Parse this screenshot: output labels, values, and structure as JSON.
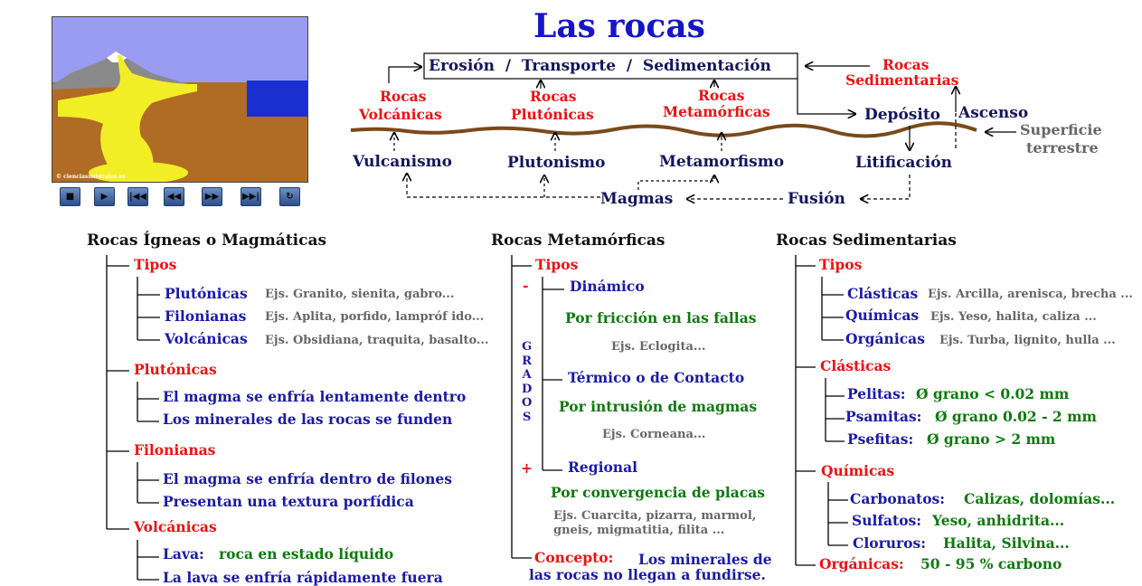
{
  "title": "Las rocas",
  "video": {
    "watermark": "© cienciasnaturales.es",
    "controls": [
      {
        "name": "stop-button",
        "glyph": "■"
      },
      {
        "name": "play-button",
        "glyph": "▶"
      },
      {
        "name": "rewind-start-button",
        "glyph": "⏮"
      },
      {
        "name": "rewind-button",
        "glyph": "◀◀"
      },
      {
        "name": "forward-button",
        "glyph": "▶▶"
      },
      {
        "name": "forward-end-button",
        "glyph": "⏭"
      },
      {
        "name": "replay-button",
        "glyph": "↻"
      }
    ]
  },
  "cycle": {
    "erosion_box": "Erosión  /  Transporte  /  Sedimentación",
    "rocas_sedimentarias_1": "Rocas",
    "rocas_sedimentarias_2": "Sedimentarias",
    "volcanicas_1": "Rocas",
    "volcanicas_2": "Volcánicas",
    "plutonicas_1": "Rocas",
    "plutonicas_2": "Plutónicas",
    "metamorficas_1": "Rocas",
    "metamorficas_2": "Metamórficas",
    "deposito": "Depósito",
    "ascenso": "Ascenso",
    "superficie_1": "Superficie",
    "superficie_2": "terrestre",
    "vulcanismo": "Vulcanismo",
    "plutonismo": "Plutonismo",
    "metamorfismo": "Metamorfismo",
    "litificacion": "Litificación",
    "magmas": "Magmas",
    "fusion": "Fusión"
  },
  "igneas": {
    "heading": "Rocas Ígneas o Magmáticas",
    "tipos": "Tipos",
    "plutonicas": "Plutónicas",
    "plutonicas_ej": "Ejs. Granito, sienita, gabro...",
    "filonianas": "Filonianas",
    "filonianas_ej": "Ejs. Aplita, porfido, lampróf ido...",
    "volcanicas": "Volcánicas",
    "volcanicas_ej": "Ejs. Obsidiana, traquita, basalto...",
    "plutonicas_h": "Plutónicas",
    "plut_1": "El magma se enfría lentamente dentro",
    "plut_2": "Los minerales de las rocas se funden",
    "filonianas_h": "Filonianas",
    "fil_1": "El magma se enfría dentro de filones",
    "fil_2": "Presentan una textura porfídica",
    "volcanicas_h": "Volcánicas",
    "lava_label": "Lava:",
    "lava_text": "roca en estado líquido",
    "volc_2": "La lava se enfría rápidamente fuera"
  },
  "metamorficas": {
    "heading": "Rocas Metamórficas",
    "tipos": "Tipos",
    "minus": "-",
    "plus": "+",
    "grados": [
      "G",
      "R",
      "A",
      "D",
      "O",
      "S"
    ],
    "dinamico": "Dinámico",
    "dinamico_desc": "Por fricción en las fallas",
    "dinamico_ej": "Ejs. Eclogita...",
    "termico": "Térmico o de Contacto",
    "termico_desc": "Por intrusión de magmas",
    "termico_ej": "Ejs. Corneana...",
    "regional": "Regional",
    "regional_desc": "Por convergencia de placas",
    "regional_ej1": "Ejs. Cuarcita, pizarra, marmol,",
    "regional_ej2": "gneis, migmatitia, filita ...",
    "concepto": "Concepto:",
    "concepto_1": "Los minerales de",
    "concepto_2": "las rocas no llegan a fundirse."
  },
  "sedimentarias": {
    "heading": "Rocas Sedimentarias",
    "tipos": "Tipos",
    "clasticas": "Clásticas",
    "clasticas_ej": "Ejs. Arcilla, arenisca, brecha ...",
    "quimicas": "Químicas",
    "quimicas_ej": "Ejs. Yeso, halita, caliza ...",
    "organicas": "Orgánicas",
    "organicas_ej": "Ejs. Turba, lignito, hulla ...",
    "clasticas_h": "Clásticas",
    "pelitas": "Pelitas:",
    "pelitas_v": "Ø grano < 0.02 mm",
    "psamitas": "Psamitas:",
    "psamitas_v": "Ø grano 0.02 - 2 mm",
    "psefitas": "Psefitas:",
    "psefitas_v": "Ø grano > 2 mm",
    "quimicas_h": "Químicas",
    "carbonatos": "Carbonatos:",
    "carbonatos_v": "Calizas, dolomías...",
    "sulfatos": "Sulfatos:",
    "sulfatos_v": "Yeso, anhidrita...",
    "cloruros": "Cloruros:",
    "cloruros_v": "Halita, Silvina...",
    "organicas_h": "Orgánicas:",
    "organicas_v": "50 - 95 % carbono"
  }
}
